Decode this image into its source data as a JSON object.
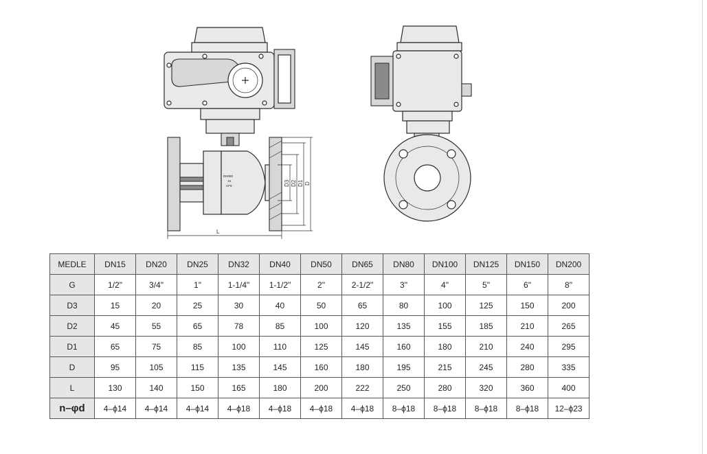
{
  "drawing": {
    "front_view": {
      "label_L": "L",
      "dim_labels": [
        "D3",
        "D2",
        "D1",
        "D"
      ],
      "body_marking": [
        "DN080",
        "16",
        "CF8"
      ]
    }
  },
  "table": {
    "corner": "MEDLE",
    "columns": [
      "DN15",
      "DN20",
      "DN25",
      "DN32",
      "DN40",
      "DN50",
      "DN65",
      "DN80",
      "DN100",
      "DN125",
      "DN150",
      "DN200"
    ],
    "rows": [
      {
        "label": "G",
        "values": [
          "1/2\"",
          "3/4\"",
          "1\"",
          "1-1/4\"",
          "1-1/2\"",
          "2\"",
          "2-1/2\"",
          "3\"",
          "4\"",
          "5\"",
          "6\"",
          "8\""
        ]
      },
      {
        "label": "D3",
        "values": [
          "15",
          "20",
          "25",
          "30",
          "40",
          "50",
          "65",
          "80",
          "100",
          "125",
          "150",
          "200"
        ]
      },
      {
        "label": "D2",
        "values": [
          "45",
          "55",
          "65",
          "78",
          "85",
          "100",
          "120",
          "135",
          "155",
          "185",
          "210",
          "265"
        ]
      },
      {
        "label": "D1",
        "values": [
          "65",
          "75",
          "85",
          "100",
          "110",
          "125",
          "145",
          "160",
          "180",
          "210",
          "240",
          "295"
        ]
      },
      {
        "label": "D",
        "values": [
          "95",
          "105",
          "115",
          "135",
          "145",
          "160",
          "180",
          "195",
          "215",
          "245",
          "280",
          "335"
        ]
      },
      {
        "label": "L",
        "values": [
          "130",
          "140",
          "150",
          "165",
          "180",
          "200",
          "222",
          "250",
          "280",
          "320",
          "360",
          "400"
        ]
      },
      {
        "label": "n–φd",
        "values": [
          "4–ϕ14",
          "4–ϕ14",
          "4–ϕ14",
          "4–ϕ18",
          "4–ϕ18",
          "4–ϕ18",
          "4–ϕ18",
          "8–ϕ18",
          "8–ϕ18",
          "8–ϕ18",
          "8–ϕ18",
          "12–ϕ23"
        ]
      }
    ]
  }
}
